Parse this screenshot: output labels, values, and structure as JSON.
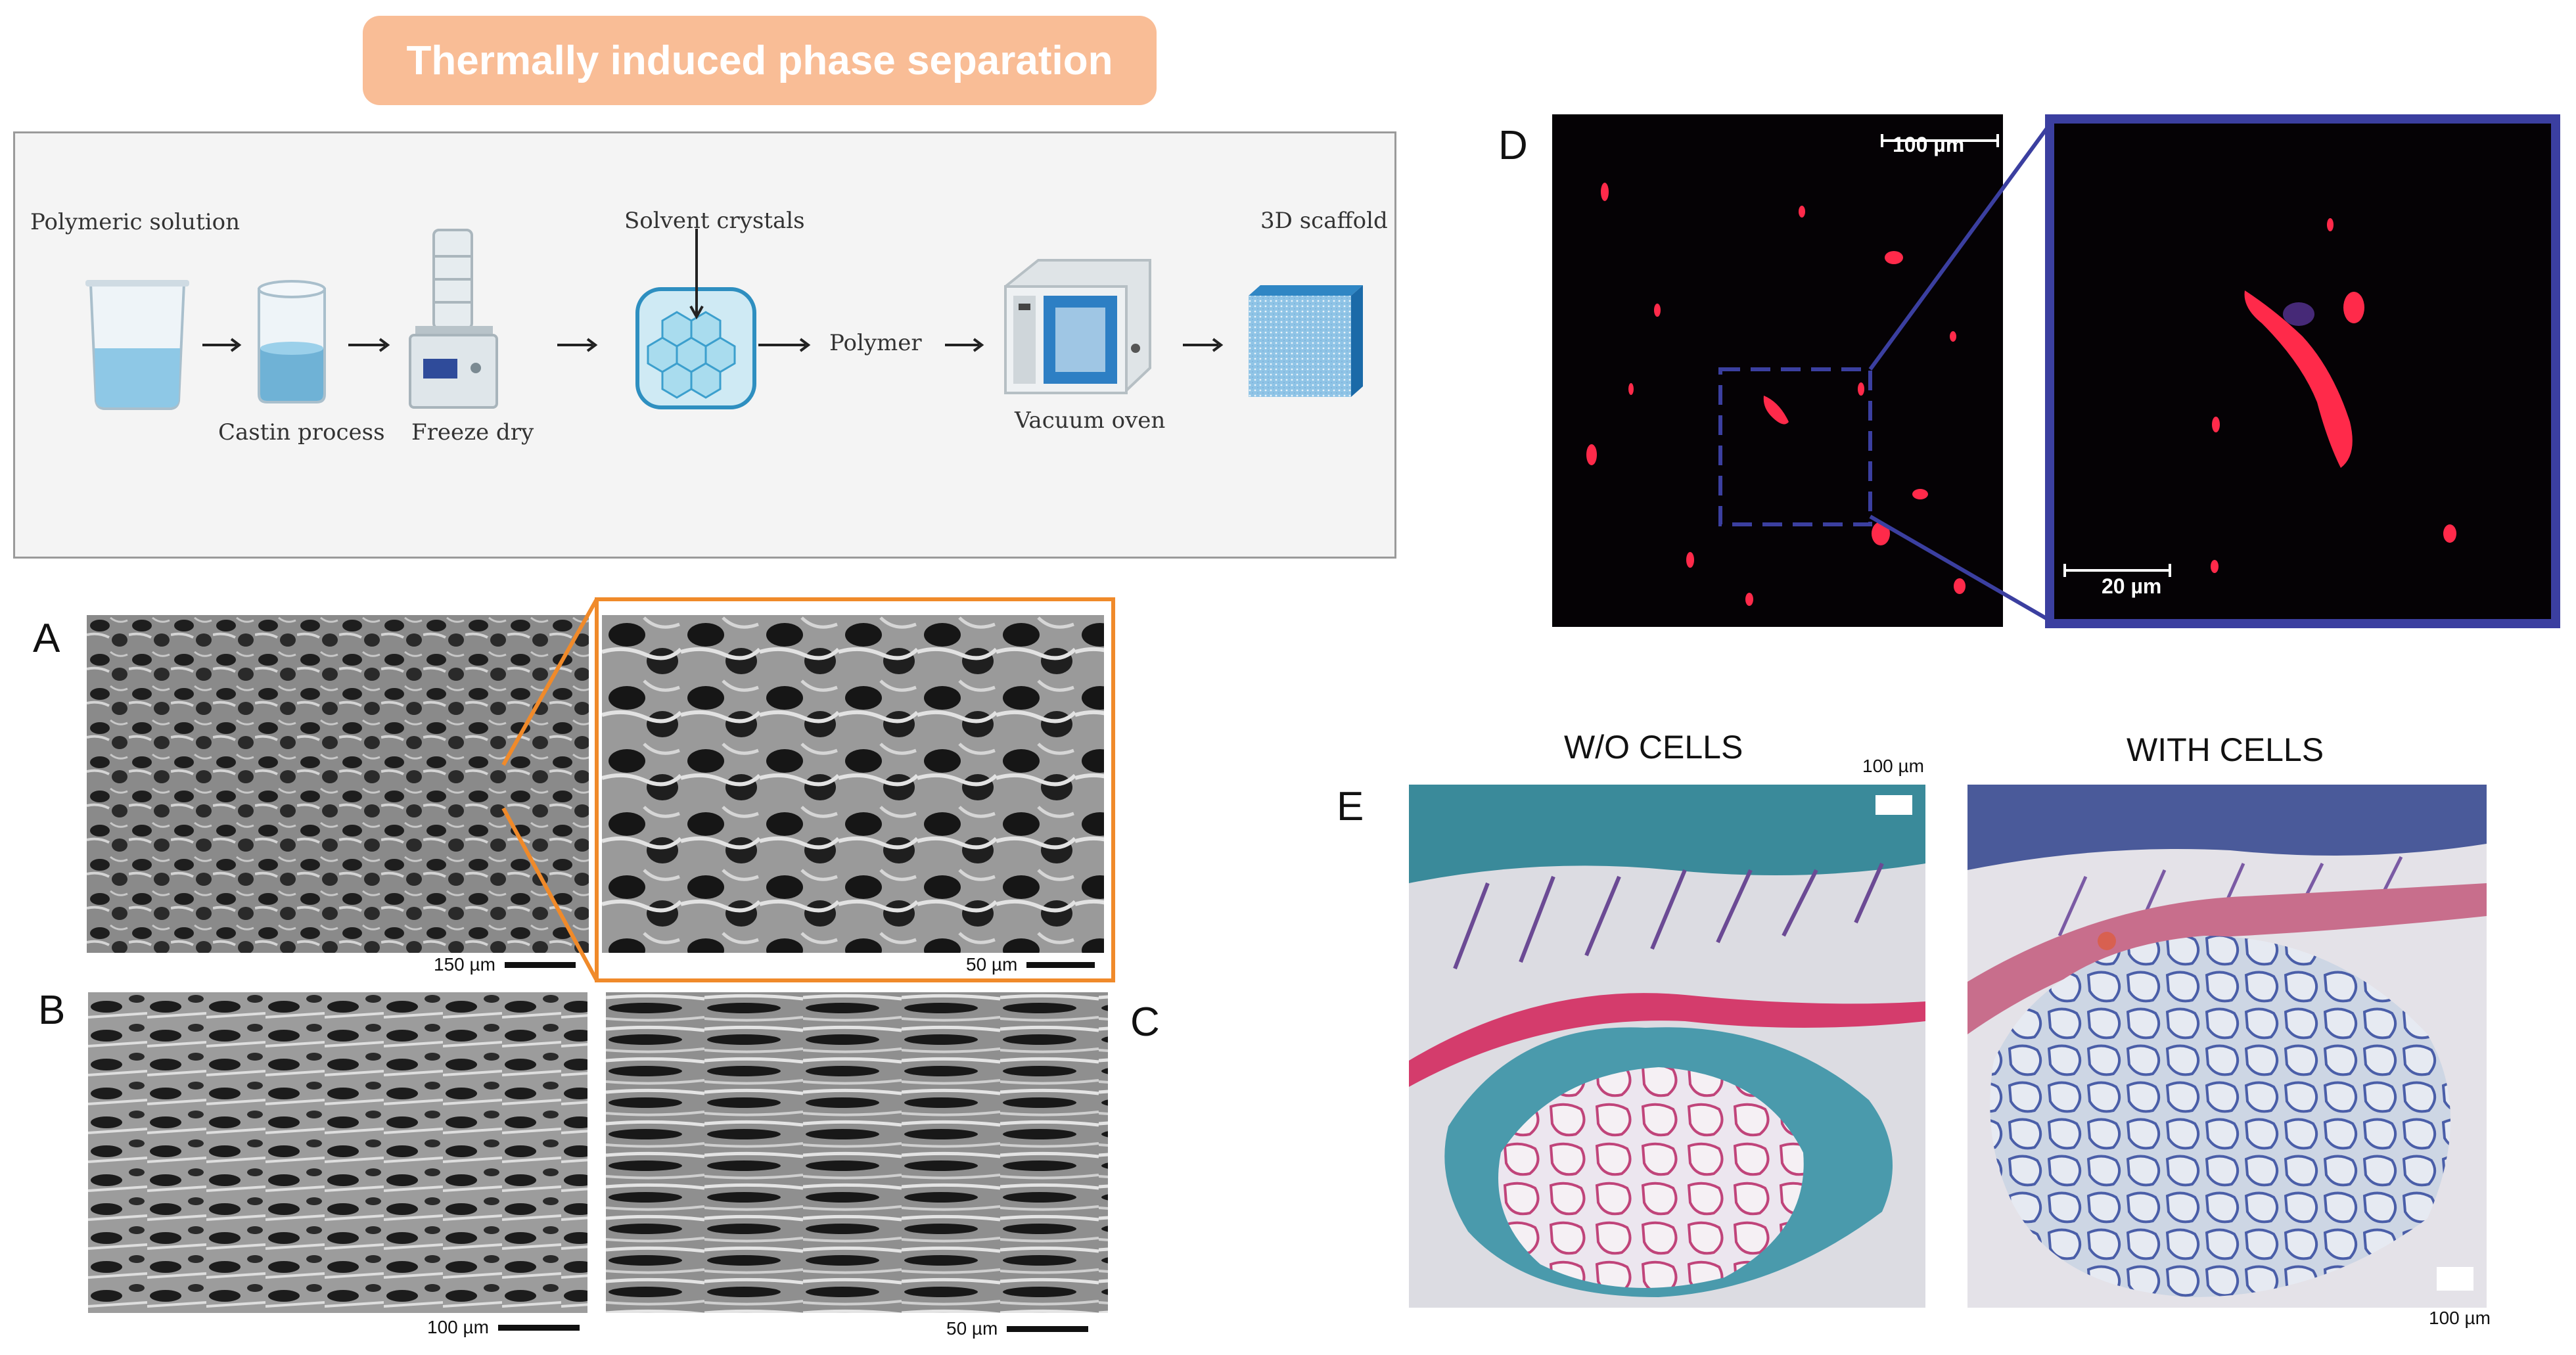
{
  "title": "Thermally induced phase separation",
  "process": {
    "polymeric_solution": "Polymeric solution",
    "castin_process": "Castin process",
    "freeze_dry": "Freeze dry",
    "solvent_crystals": "Solvent crystals",
    "polymer": "Polymer",
    "vacuum_oven": "Vacuum oven",
    "scaffold_3d": "3D scaffold"
  },
  "panels": {
    "A": "A",
    "B": "B",
    "C": "C",
    "D": "D",
    "E": "E"
  },
  "scalebars": {
    "a_left": "150 µm",
    "a_right": "50 µm",
    "b": "100 µm",
    "c": "50 µm",
    "d_main": "100 µm",
    "d_zoom": "20 µm",
    "e_left": "100 µm",
    "e_right": "100 µm"
  },
  "histology": {
    "without_cells": "W/O CELLS",
    "with_cells": "WITH CELLS"
  },
  "colors": {
    "title_bg": "#f9bd96",
    "zoom_frame_A": "#f08a2a",
    "zoom_frame_D": "#3b3fa0",
    "fluorescence": "#ff2a4a"
  }
}
